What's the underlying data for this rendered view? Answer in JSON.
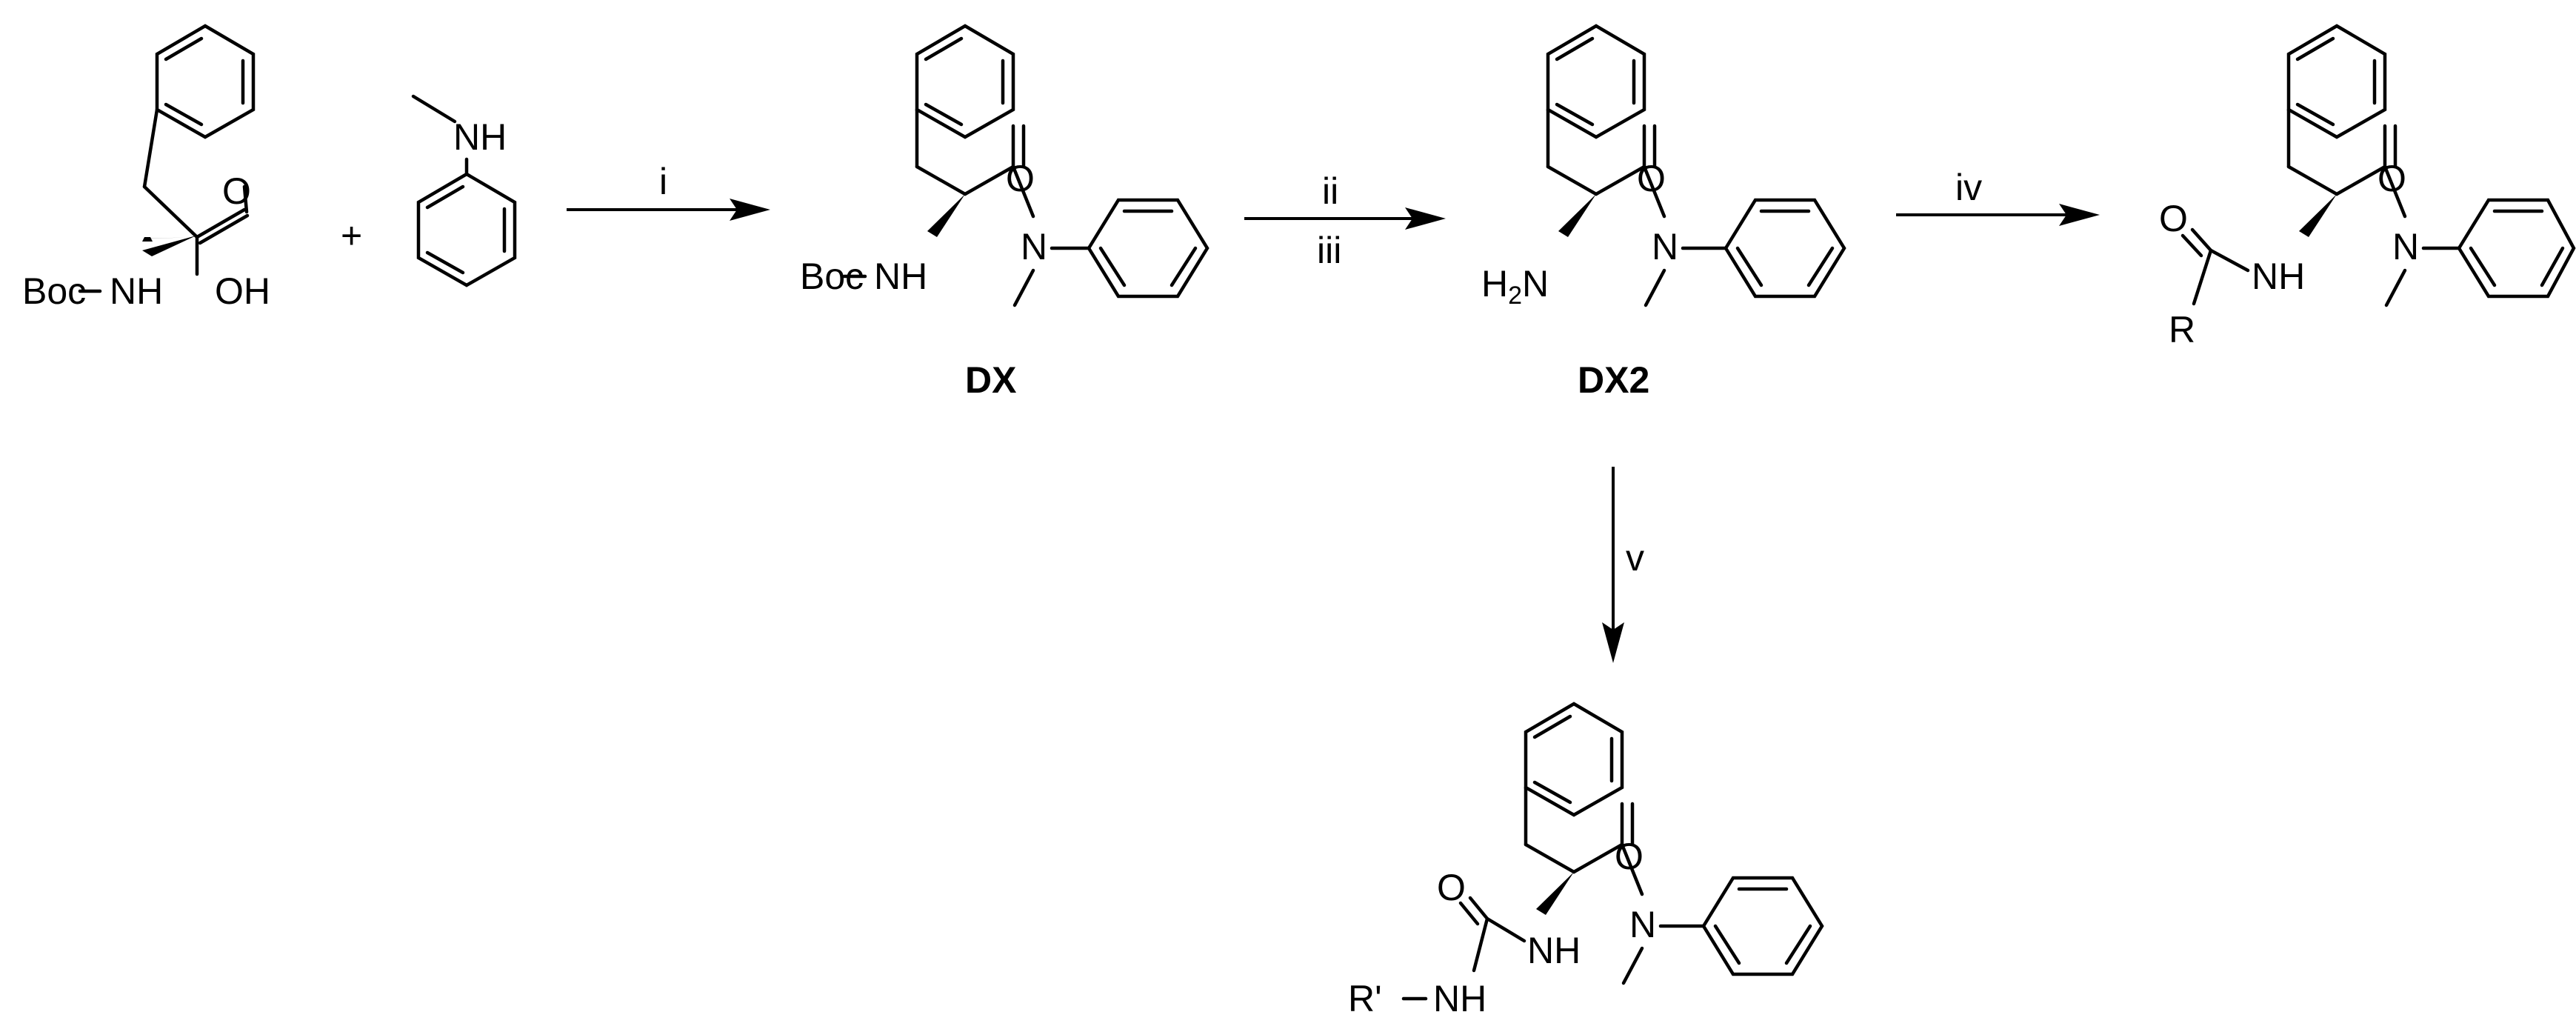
{
  "atom_labels": {
    "boc": "Boc",
    "nh": "NH",
    "oh": "OH",
    "o": "O",
    "n": "N",
    "h2n_h": "H",
    "h2n_sub": "2",
    "h2n_n": "N",
    "r": "R",
    "r_prime": "R'"
  },
  "plus": "+",
  "reagents": {
    "i": "i",
    "ii": "ii",
    "iii": "iii",
    "iv": "iv",
    "v": "v"
  },
  "compounds": {
    "dx": "DX",
    "dx2": "DX2"
  }
}
